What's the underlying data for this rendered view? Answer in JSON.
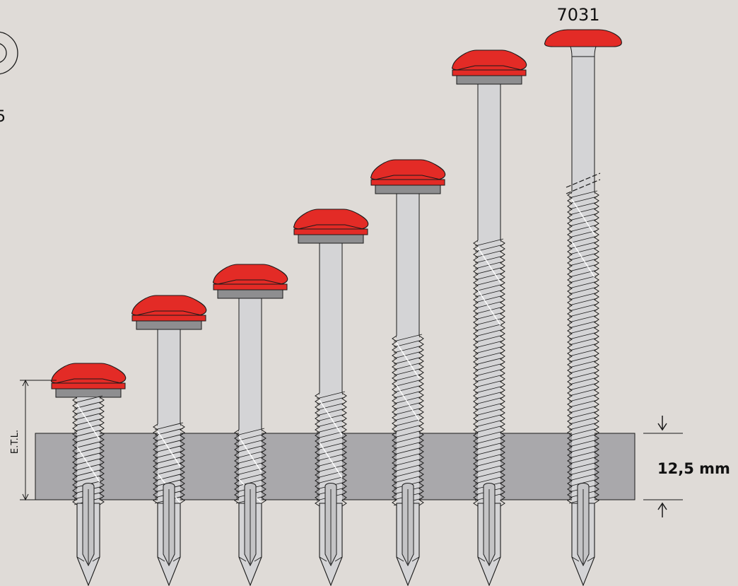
{
  "diagram": {
    "top_code": "7031",
    "corner_text": "5",
    "etl_label": "E.T.L.",
    "thickness_label": "12,5 mm"
  },
  "colors": {
    "background": "#dfdbd7",
    "head_red": "#e32b26",
    "washer_gray": "#8e8e90",
    "plate_gray": "#a9a8ab",
    "shank_steel": "#d4d4d6",
    "outline": "#1a1a1a"
  },
  "screws": [
    {
      "id": "screw-1"
    },
    {
      "id": "screw-2"
    },
    {
      "id": "screw-3"
    },
    {
      "id": "screw-4"
    },
    {
      "id": "screw-5"
    },
    {
      "id": "screw-6"
    },
    {
      "id": "screw-7"
    }
  ]
}
